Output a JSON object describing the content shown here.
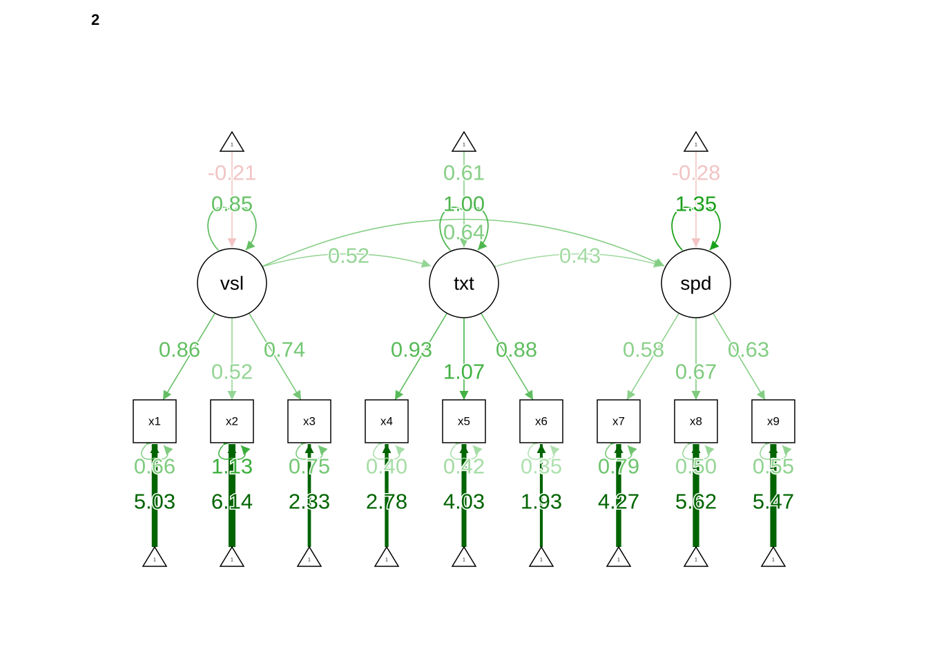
{
  "title": "2",
  "colors": {
    "positive_strong": "#006400",
    "positive_mid": "#1aa01a",
    "positive_weak": "#b5e3b5",
    "negative": "#f2c4c4",
    "node_stroke": "#000000"
  },
  "latents": [
    {
      "name": "vsl",
      "mean": -0.21,
      "variance": 0.85
    },
    {
      "name": "txt",
      "mean": 0.61,
      "variance": 1.0
    },
    {
      "name": "spd",
      "mean": -0.28,
      "variance": 1.35
    }
  ],
  "constant_label": "1",
  "covariances": [
    {
      "from": "vsl",
      "to": "txt",
      "value": 0.52
    },
    {
      "from": "txt",
      "to": "spd",
      "value": 0.43
    },
    {
      "from": "vsl",
      "to": "spd",
      "value": 0.64
    }
  ],
  "indicators": [
    {
      "name": "x1",
      "factor": "vsl",
      "loading": 0.86,
      "residual": 0.66,
      "intercept": 5.03
    },
    {
      "name": "x2",
      "factor": "vsl",
      "loading": 0.52,
      "residual": 1.13,
      "intercept": 6.14
    },
    {
      "name": "x3",
      "factor": "vsl",
      "loading": 0.74,
      "residual": 0.75,
      "intercept": 2.33
    },
    {
      "name": "x4",
      "factor": "txt",
      "loading": 0.93,
      "residual": 0.4,
      "intercept": 2.78
    },
    {
      "name": "x5",
      "factor": "txt",
      "loading": 1.07,
      "residual": 0.42,
      "intercept": 4.03
    },
    {
      "name": "x6",
      "factor": "txt",
      "loading": 0.88,
      "residual": 0.35,
      "intercept": 1.93
    },
    {
      "name": "x7",
      "factor": "spd",
      "loading": 0.58,
      "residual": 0.79,
      "intercept": 4.27
    },
    {
      "name": "x8",
      "factor": "spd",
      "loading": 0.67,
      "residual": 0.5,
      "intercept": 5.62
    },
    {
      "name": "x9",
      "factor": "spd",
      "loading": 0.63,
      "residual": 0.55,
      "intercept": 5.47
    }
  ]
}
